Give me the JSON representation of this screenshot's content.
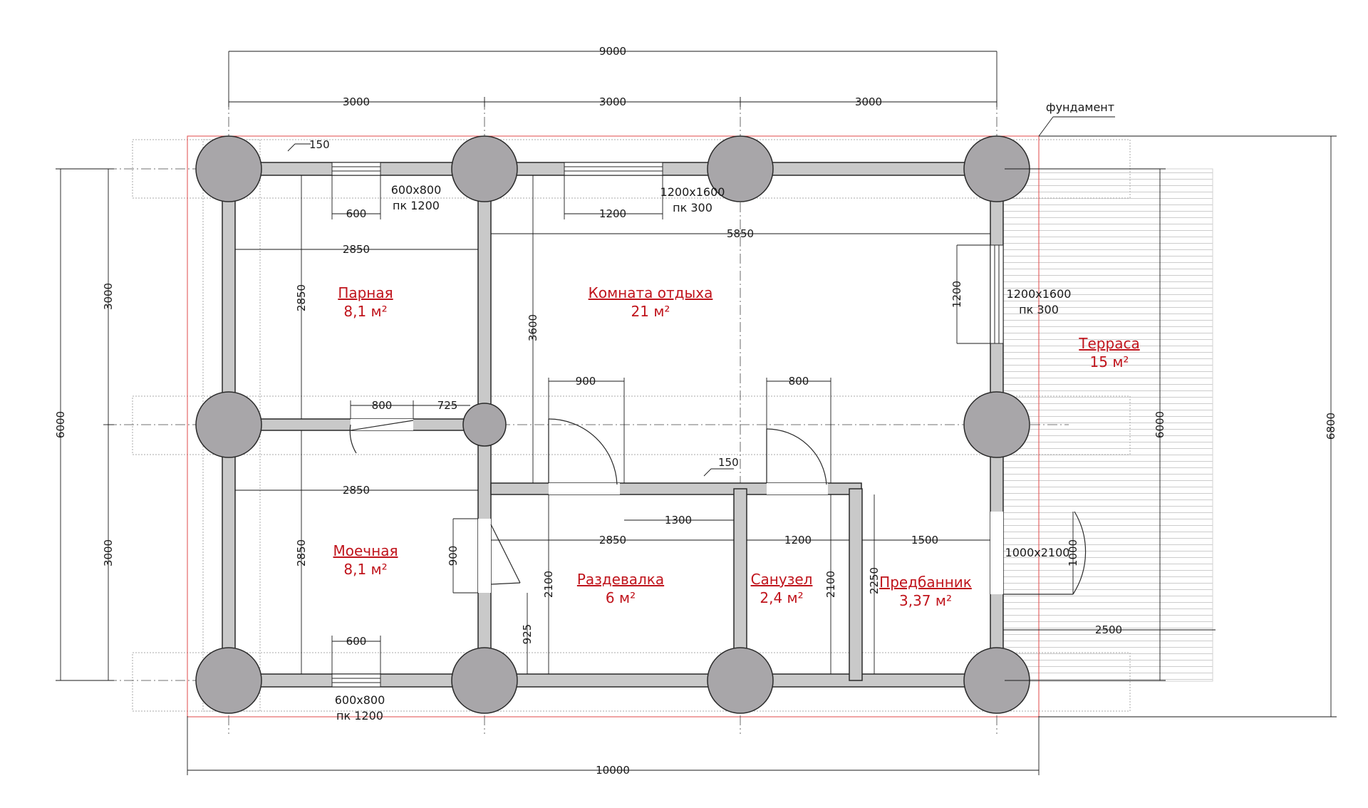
{
  "labels": {
    "foundation": "фундамент",
    "window_top_left": [
      "600х800",
      "пк 1200"
    ],
    "window_top_mid": [
      "1200х1600",
      "пк 300"
    ],
    "window_right": [
      "1200х1600",
      "пк 300"
    ],
    "window_bottom": [
      "600х800",
      "пк 1200"
    ],
    "door_terrace": "1000х2100"
  },
  "rooms": [
    {
      "name": "Парная",
      "area": "8,1 м²"
    },
    {
      "name": "Комната отдыха",
      "area": "21 м²"
    },
    {
      "name": "Терраса",
      "area": "15 м²"
    },
    {
      "name": "Моечная",
      "area": "8,1 м²"
    },
    {
      "name": "Раздевалка",
      "area": "6 м²"
    },
    {
      "name": "Санузел",
      "area": "2,4 м²"
    },
    {
      "name": "Предбанник",
      "area": "3,37 м²"
    }
  ],
  "dimensions": {
    "overall_top": "9000",
    "top_a": "3000",
    "top_b": "3000",
    "top_c": "3000",
    "overall_bottom": "10000",
    "left_overall": "6000",
    "left_top": "3000",
    "left_bottom": "3000",
    "right_6000": "6000",
    "right_6800": "6800",
    "wall_150_top": "150",
    "win_600_top": "600",
    "win_1200_top": "1200",
    "parn_width": "2850",
    "parn_height": "2850",
    "komn_width": "5850",
    "komn_height": "3600",
    "win_1200_right": "1200",
    "door_800_left": "800",
    "gap_725": "725",
    "door_900_top": "900",
    "door_800_top": "800",
    "wall_150_mid": "150",
    "moech_width": "2850",
    "moech_height": "2850",
    "door_900_left": "900",
    "gap_925": "925",
    "gap_1300": "1300",
    "razd_width": "2850",
    "razd_height": "2100",
    "san_width": "1200",
    "san_height": "2100",
    "pred_width": "1500",
    "pred_height": "2250",
    "door_1000": "1000",
    "terrace_2500": "2500",
    "win_600_bottom": "600"
  }
}
